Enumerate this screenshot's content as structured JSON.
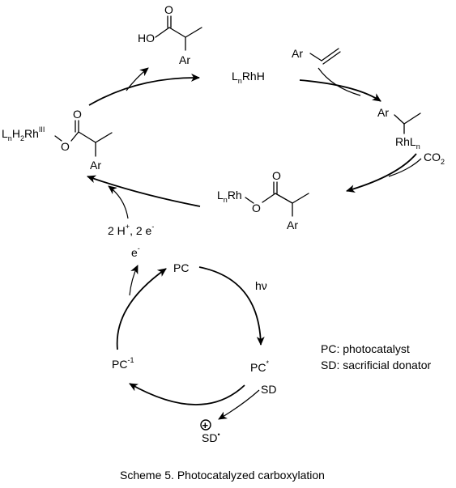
{
  "scheme": {
    "caption": "Scheme 5. Photocatalyzed carboxylation",
    "legend": {
      "line1": "PC: photocatalyst",
      "line2": "SD: sacrificial donator"
    }
  },
  "species": {
    "acid": {
      "oh": "HO",
      "o": "O",
      "ar": "Ar"
    },
    "lnrhh": {
      "l": "L",
      "n": "n",
      "rest": "RhH"
    },
    "styrene": {
      "ar": "Ar"
    },
    "alkyl_rh": {
      "ar": "Ar",
      "rh": "RhL",
      "n": "n"
    },
    "co2": {
      "main": "CO",
      "sub": "2"
    },
    "carboxylate_rh": {
      "l": "L",
      "n": "n",
      "rh": "Rh",
      "o_link": "O",
      "o_top": "O",
      "ar": "Ar"
    },
    "rh3_ester": {
      "l": "L",
      "n": "n",
      "h": "H",
      "two": "2",
      "rh": "Rh",
      "ox": "III",
      "o_link": "O",
      "o_top": "O",
      "ar": "Ar"
    },
    "reduction": {
      "text": "2 H",
      "plus": "+",
      "rest": ", 2 e",
      "minus": "-"
    },
    "electron": {
      "e": "e",
      "minus": "-"
    }
  },
  "photocycle": {
    "pc": "PC",
    "hv": "hν",
    "pc_star": {
      "main": "PC",
      "sup": "*"
    },
    "sd": "SD",
    "sd_ox": {
      "main": "SD",
      "dot": "•",
      "plus": "+"
    },
    "pc_minus": {
      "main": "PC",
      "sup": "-1"
    }
  }
}
